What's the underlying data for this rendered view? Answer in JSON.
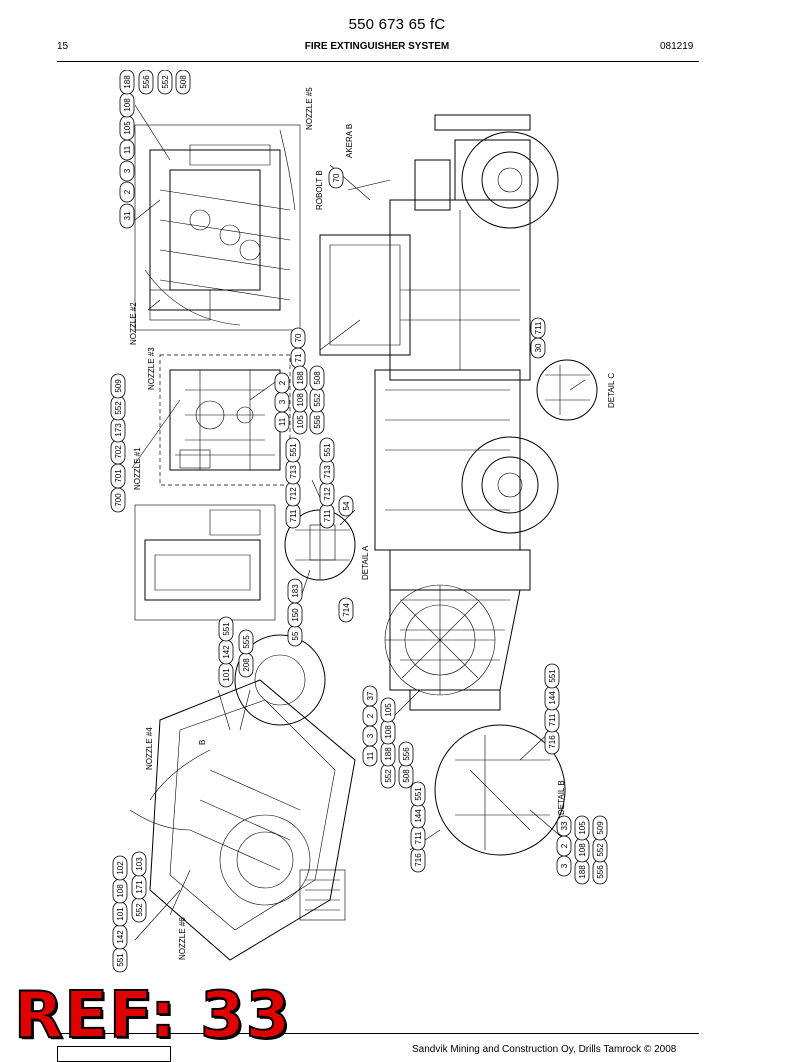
{
  "header": {
    "doc_number": "550 673 65 fC",
    "page_number": "15",
    "section_title": "FIRE EXTINGUISHER SYSTEM",
    "date_code": "081219"
  },
  "footer": {
    "copyright": "Sandvik Mining and Construction Oy, Drills Tamrock © 2008"
  },
  "stamp": {
    "text": "REF: 33",
    "color": "#e00000"
  },
  "drawing": {
    "callouts": {
      "nozzle5": "NOZZLE #5",
      "robolt": "ROBOLT B",
      "akera": "AKERA B",
      "nozzle2": "NOZZLE #2",
      "nozzle3": "NOZZLE #3",
      "nozzle1": "NOZZLE #1",
      "nozzle4": "NOZZLE #4",
      "nozzle6": "NOZZLE #6",
      "detail_a": "DETAIL A",
      "detail_b": "DETAIL B",
      "detail_c": "DETAIL C",
      "marker_b": "B"
    },
    "bubbles": {
      "b1": "31",
      "b2": "2",
      "b3": "3",
      "b4": "11",
      "b5": "105",
      "b6": "108",
      "b7": "188",
      "b8": "556",
      "b9": "552",
      "b10": "508",
      "b11": "70",
      "b12": "71",
      "b13": "70",
      "b14": "30",
      "b15": "711",
      "b16": "700",
      "b17": "701",
      "b18": "702",
      "b19": "173",
      "b20": "552",
      "b21": "509",
      "b22": "11",
      "b23": "3",
      "b24": "2",
      "b25": "105",
      "b26": "108",
      "b27": "188",
      "b28": "556",
      "b29": "552",
      "b30": "508",
      "b31": "711",
      "b32": "712",
      "b33": "713",
      "b34": "551",
      "b35": "711",
      "b36": "712",
      "b37": "713",
      "b38": "551",
      "b39": "54",
      "b40": "55",
      "b41": "150",
      "b42": "183",
      "b43": "714",
      "b44": "101",
      "b45": "142",
      "b46": "551",
      "b47": "208",
      "b48": "555",
      "b49": "11",
      "b50": "3",
      "b51": "2",
      "b52": "37",
      "b53": "552",
      "b54": "188",
      "b55": "108",
      "b56": "105",
      "b57": "508",
      "b58": "556",
      "b59": "716",
      "b60": "711",
      "b61": "144",
      "b62": "551",
      "b63": "716",
      "b64": "711",
      "b65": "144",
      "b66": "551",
      "b67": "3",
      "b68": "2",
      "b69": "33",
      "b70": "188",
      "b71": "108",
      "b72": "105",
      "b73": "556",
      "b74": "552",
      "b75": "509",
      "b76": "551",
      "b77": "142",
      "b78": "101",
      "b79": "108",
      "b80": "102",
      "b81": "552",
      "b82": "171",
      "b83": "103"
    }
  }
}
